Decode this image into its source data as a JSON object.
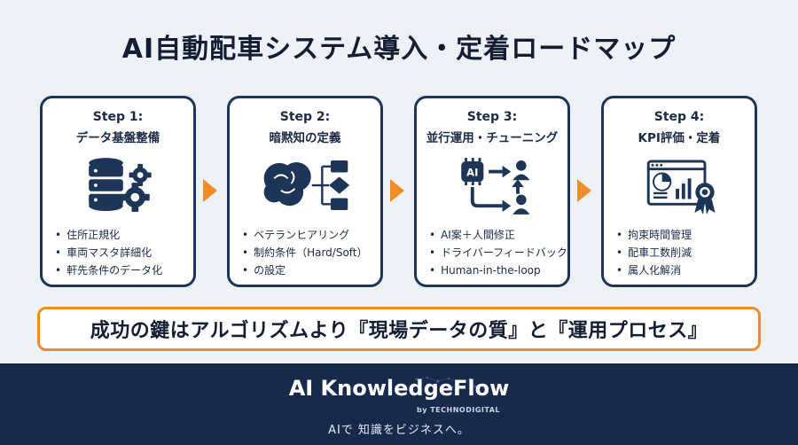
{
  "title": "AI自動配車システム導入・定着ロードマップ",
  "steps": [
    {
      "step": "Step 1:",
      "name": "データ基盤整備",
      "icon": "database-gear-icon",
      "items": [
        "住所正規化",
        "車両マスタ詳細化",
        "軒先条件のデータ化"
      ]
    },
    {
      "step": "Step 2:",
      "name": "暗黙知の定義",
      "icon": "brain-flowchart-icon",
      "items": [
        "ベテランヒアリング",
        "制約条件（Hard/Soft）",
        "の設定"
      ]
    },
    {
      "step": "Step 3:",
      "name": "並行運用・チューニング",
      "icon": "ai-human-loop-icon",
      "items": [
        "AI案＋人間修正",
        "ドライバーフィードバック",
        "Human-in-the-loop"
      ]
    },
    {
      "step": "Step 4:",
      "name": "KPI評価・定着",
      "icon": "dashboard-award-icon",
      "items": [
        "拘束時間管理",
        "配車工数削減",
        "属人化解消"
      ]
    }
  ],
  "key_message": "成功の鍵はアルゴリズムより『現場データの質』と『運用プロセス』",
  "footer": {
    "brand": "AI KnowledgeFlow",
    "by": "by TECHNODIGITAL",
    "tagline": "AIで 知識をビジネスへ。"
  },
  "colors": {
    "navy": "#1d3557",
    "accent": "#f28c28",
    "footer_bg": "#172a4b"
  }
}
